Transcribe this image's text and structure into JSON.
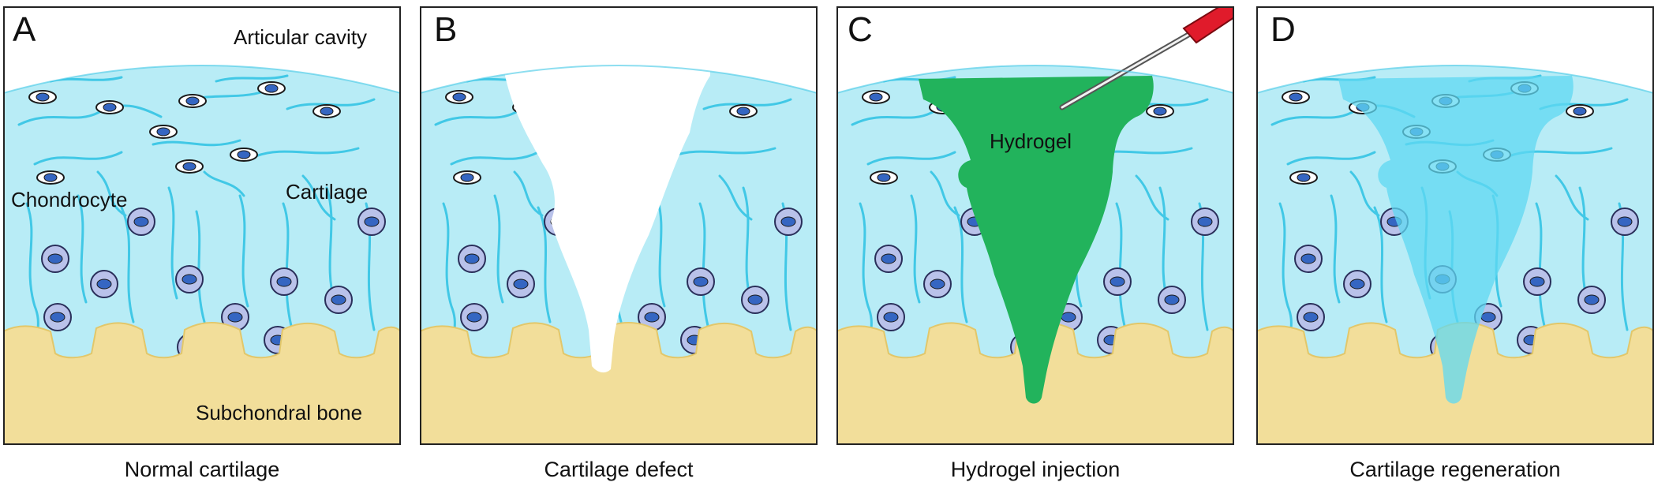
{
  "colors": {
    "cartilage": "#b8ecf6",
    "fiber": "#41c8e6",
    "bone": "#f2de9a",
    "bone_edge": "#e2c76a",
    "cell_fill": "#b9c2ea",
    "nucleus": "#3566c2",
    "hydrogel": "#22b35c",
    "regenerated": "#5fd8f2",
    "needle_handle": "#e01b2b"
  },
  "panels": [
    {
      "letter": "A",
      "caption": "Normal cartilage",
      "state": "normal"
    },
    {
      "letter": "B",
      "caption": "Cartilage defect",
      "state": "defect"
    },
    {
      "letter": "C",
      "caption": "Hydrogel injection",
      "state": "hydrogel"
    },
    {
      "letter": "D",
      "caption": "Cartilage regeneration",
      "state": "regenerated"
    }
  ],
  "labels": {
    "articular_cavity": "Articular cavity",
    "chondrocyte": "Chondrocyte",
    "cartilage": "Cartilage",
    "subchondral_bone": "Subchondral bone",
    "hydrogel": "Hydrogel"
  }
}
